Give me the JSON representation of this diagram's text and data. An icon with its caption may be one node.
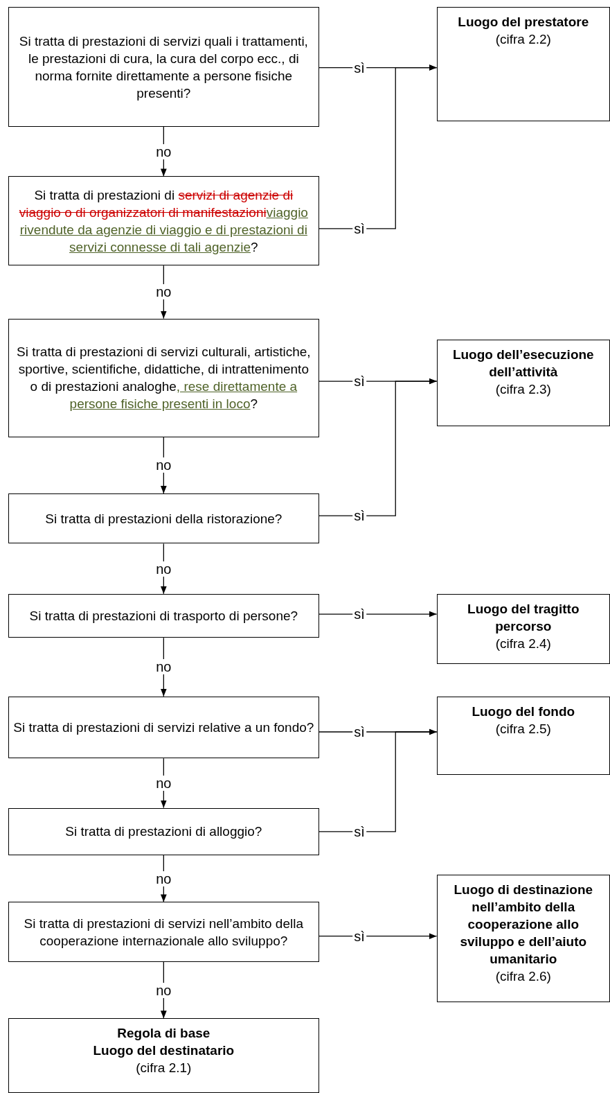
{
  "diagram": {
    "nodes": [
      {
        "text": [
          "Si tratta di prestazioni di servizi quali i trattamenti, le prestazioni di cura, la cura del corpo ecc., di norma fornite direttamente a persone fisiche presenti?"
        ]
      },
      {
        "text": [
          "Luogo del prestatore",
          "(cifra 2.2)"
        ]
      },
      {
        "text": [
          "Si tratta di prestazioni di ",
          "servizi di agenzie di viaggio o di organizzatori di manifestazioni",
          "viaggio rivendute da agenzie di viaggio e di prestazioni di servizi connesse di tali agenzie",
          "?"
        ]
      },
      {
        "text": [
          "Si tratta di prestazioni di servizi culturali, artistiche, sportive, scientifiche, didattiche, di intrattenimento o di prestazioni analoghe",
          ", rese direttamente a persone fisiche presenti in loco",
          "?"
        ]
      },
      {
        "text": [
          "Luogo dell’esecuzione dell’attività",
          "(cifra 2.3)"
        ]
      },
      {
        "text": [
          "Si tratta di prestazioni della ristorazione?"
        ]
      },
      {
        "text": [
          "Si tratta di prestazioni di trasporto di persone?"
        ]
      },
      {
        "text": [
          "Luogo del tragitto percorso",
          "(cifra 2.4)"
        ]
      },
      {
        "text": [
          "Si tratta di prestazioni di servizi relative a un fondo?"
        ]
      },
      {
        "text": [
          "Luogo del fondo",
          "(cifra 2.5)"
        ]
      },
      {
        "text": [
          "Si tratta di prestazioni di alloggio?"
        ]
      },
      {
        "text": [
          "Si tratta di prestazioni di servizi nell’ambito della cooperazione internazionale allo sviluppo?"
        ]
      },
      {
        "text": [
          "Luogo di destinazione nell’ambito della cooperazione allo sviluppo e dell’aiuto umanitario",
          "(cifra 2.6)"
        ]
      },
      {
        "text": [
          "Regola di base",
          "Luogo del destinatario",
          "(cifra 2.1)"
        ]
      }
    ],
    "edges": [
      {
        "from": 0,
        "to": 1,
        "arrow": "to",
        "label": "sì"
      },
      {
        "from": 0,
        "to": 2,
        "arrow": "to",
        "label": "no"
      },
      {
        "from": 2,
        "to": 1,
        "arrow": "to",
        "label": "sì"
      },
      {
        "from": 2,
        "to": 3,
        "arrow": "to",
        "label": "no"
      },
      {
        "from": 3,
        "to": 4,
        "arrow": "to",
        "label": "sì"
      },
      {
        "from": 3,
        "to": 5,
        "arrow": "to",
        "label": "no"
      },
      {
        "from": 5,
        "to": 4,
        "arrow": "to",
        "label": "sì"
      },
      {
        "from": 5,
        "to": 6,
        "arrow": "to",
        "label": "no"
      },
      {
        "from": 6,
        "to": 7,
        "arrow": "to",
        "label": "sì"
      },
      {
        "from": 6,
        "to": 8,
        "arrow": "to",
        "label": "no"
      },
      {
        "from": 8,
        "to": 9,
        "arrow": "to",
        "label": "sì"
      },
      {
        "from": 8,
        "to": 10,
        "arrow": "to",
        "label": "no"
      },
      {
        "from": 10,
        "to": 9,
        "arrow": "to",
        "label": "sì"
      },
      {
        "from": 10,
        "to": 11,
        "arrow": "to",
        "label": "no"
      },
      {
        "from": 11,
        "to": 12,
        "arrow": "to",
        "label": "sì"
      },
      {
        "from": 11,
        "to": 13,
        "arrow": "to",
        "label": "no"
      }
    ]
  }
}
